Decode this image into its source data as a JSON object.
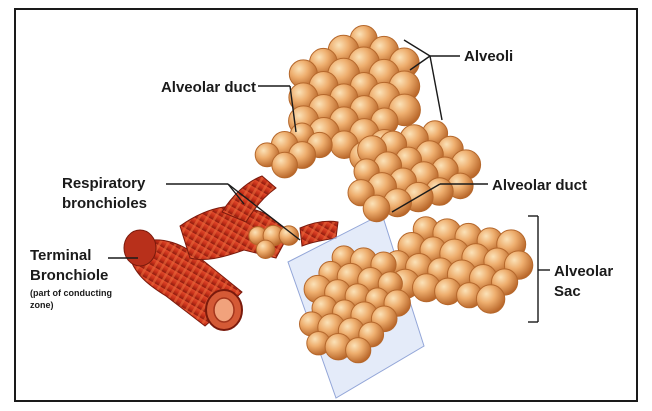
{
  "labels": {
    "alveolar_duct_top": "Alveolar duct",
    "alveoli": "Alveoli",
    "respiratory_line1": "Respiratory",
    "respiratory_line2": "bronchioles",
    "alveolar_duct_right": "Alveolar duct",
    "terminal_line1": "Terminal",
    "terminal_line2": "Bronchiole",
    "terminal_note_line1": "(part of conducting",
    "terminal_note_line2": "zone)",
    "sac_line1": "Alveolar",
    "sac_line2": "Sac"
  },
  "colors": {
    "alveolus": "#eaa060",
    "alveolus_edge": "#b5682c",
    "alveolus_highlight": "#f8d4a0",
    "bronchiole": "#c8321c",
    "bronchiole_stripe": "#e86a3a",
    "cut_plane": "#b8c8f0",
    "leader": "#1a1a1a"
  }
}
